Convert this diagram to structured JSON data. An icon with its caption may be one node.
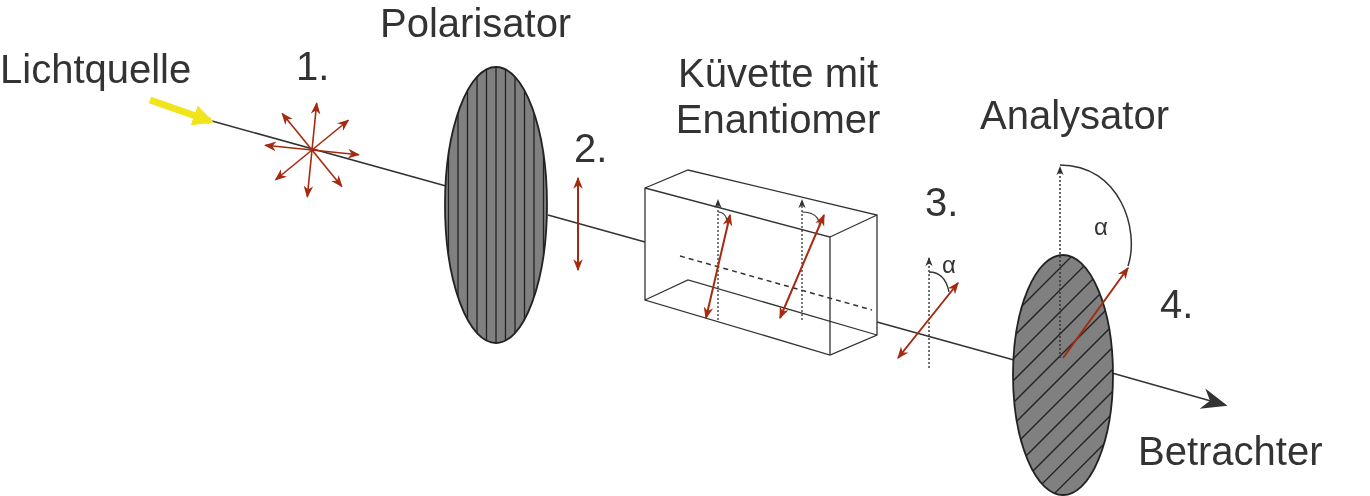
{
  "diagram": {
    "nodes": [
      {
        "text": [
          "Lichtquelle"
        ]
      },
      {
        "text": [
          "Polarisator"
        ]
      },
      {
        "text": [
          "Küvette mit Enantiomer"
        ]
      },
      {
        "text": [
          "Analysator"
        ]
      },
      {
        "text": [
          "Betrachter"
        ]
      }
    ],
    "edges": [
      {
        "from": 0,
        "to": 1,
        "arrow": "none"
      },
      {
        "from": 1,
        "to": 2,
        "arrow": "none"
      },
      {
        "from": 2,
        "to": 3,
        "arrow": "none"
      },
      {
        "from": 3,
        "to": 4,
        "arrow": "to"
      }
    ],
    "labels": [
      "1.",
      "2.",
      "3.",
      "α",
      "α",
      "4."
    ]
  }
}
